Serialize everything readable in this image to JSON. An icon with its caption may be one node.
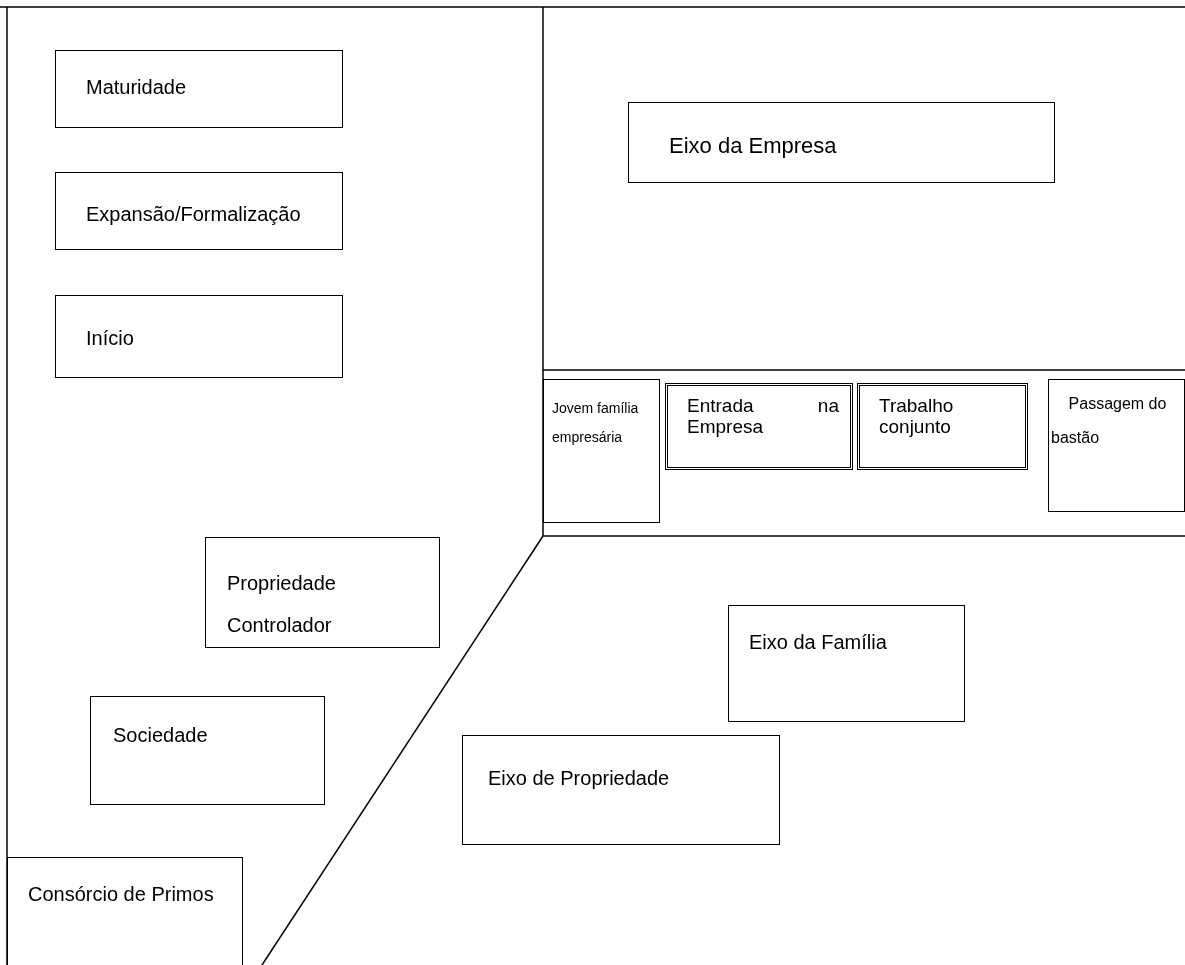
{
  "diagram": {
    "nodes": [
      {
        "text": [
          "Maturidade"
        ]
      },
      {
        "text": [
          "Expansão/Formalização"
        ]
      },
      {
        "text": [
          "Início"
        ]
      },
      {
        "text": [
          "Eixo da Empresa"
        ]
      },
      {
        "text": [
          "Jovem família empresária"
        ]
      },
      {
        "text": [
          "Entrada na Empresa"
        ]
      },
      {
        "text": [
          "Trabalho conjunto"
        ]
      },
      {
        "text": [
          "Passagem do bastão"
        ]
      },
      {
        "text": [
          "Propriedade Controlador"
        ]
      },
      {
        "text": [
          "Sociedade"
        ]
      },
      {
        "text": [
          "Eixo da Família"
        ]
      },
      {
        "text": [
          "Eixo de Propriedade"
        ]
      },
      {
        "text": [
          "Consórcio de Primos"
        ]
      }
    ]
  }
}
